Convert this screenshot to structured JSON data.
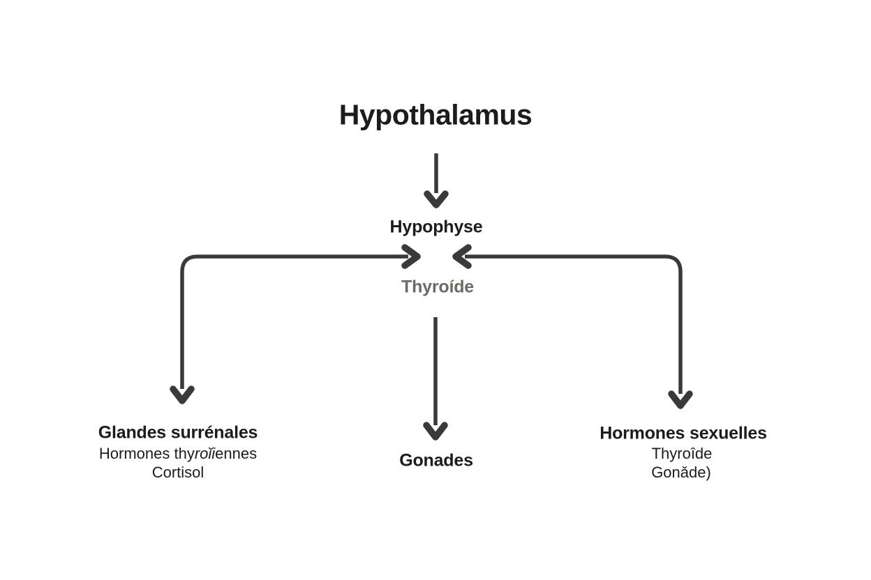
{
  "diagram": {
    "colors": {
      "background": "#ffffff",
      "text": "#1c1c1c",
      "muted_text": "#6b6b64",
      "arrow": "#3a3a3a"
    },
    "title": "Hypothalamus",
    "nodes": {
      "hypophyse": "Hypophyse",
      "thyroide_center": "Thyroíde",
      "gonades": "Gonades",
      "left_group": {
        "heading": "Glandes surrénales",
        "line2_prefix": "Hormones thy",
        "line2_italic": "roĭi",
        "line2_suffix": "ennes",
        "line3": "Cortisol"
      },
      "right_group": {
        "heading": "Hormones sexuelles",
        "line2": "Thyroîde",
        "line3": "Gonǎde)"
      }
    },
    "edges": [
      {
        "from": "Hypothalamus",
        "to": "Hypophyse",
        "style": "straight-down-arrow"
      },
      {
        "from": "left branch",
        "to": "Hypophyse",
        "style": "bent connector with arrowheads pointing right toward Hypophyse and down toward Glandes surrénales"
      },
      {
        "from": "right branch",
        "to": "Hypophyse",
        "style": "bent connector with arrowheads pointing left toward Hypophyse and down toward Hormones sexuelles"
      },
      {
        "from": "Thyroíde",
        "to": "Gonades",
        "style": "straight-down-arrow"
      }
    ]
  }
}
